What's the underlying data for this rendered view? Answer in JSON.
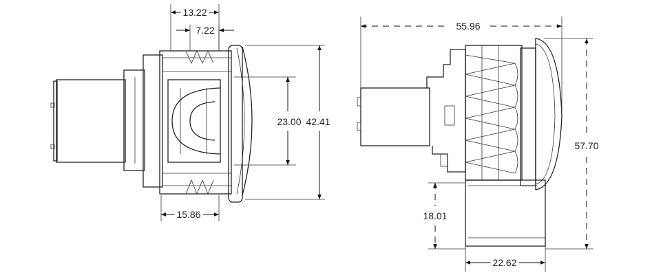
{
  "dimensions": {
    "front_top_outer": "13.22",
    "front_top_inner": "7.22",
    "front_inner_height": "23.00",
    "front_total_height": "42.41",
    "front_bottom_width": "15.86",
    "side_total_width": "55.96",
    "side_total_height": "57.70",
    "side_lower_height": "18.01",
    "side_bottom_width": "22.62"
  },
  "colors": {
    "line": "#222222",
    "background": "#ffffff"
  }
}
